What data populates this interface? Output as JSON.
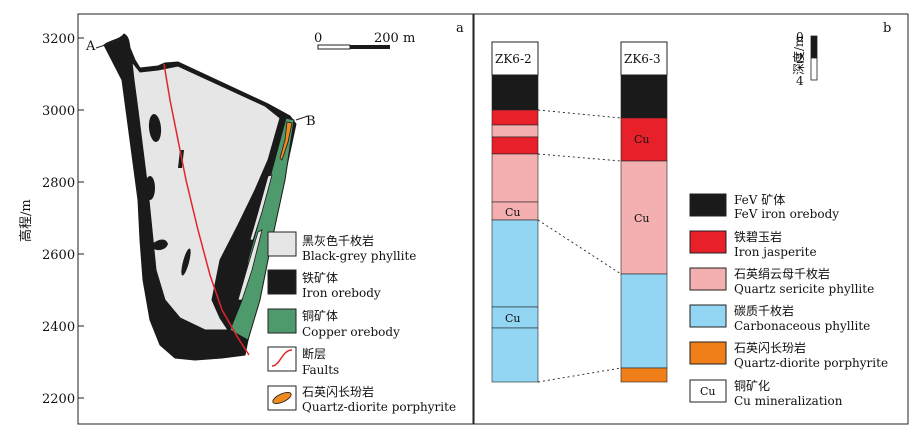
{
  "panel_a": {
    "label": "a",
    "yaxis": {
      "title": "高程/m",
      "ticks": [
        "3200",
        "3000",
        "2800",
        "2600",
        "2400",
        "2200"
      ]
    },
    "section_ends": {
      "left": "A",
      "right": "B"
    },
    "scale": {
      "start": "0",
      "end": "200 m"
    },
    "legend": [
      {
        "cn": "黑灰色千枚岩",
        "en": "Black-grey phyllite",
        "color": "#e6e6e6"
      },
      {
        "cn": "铁矿体",
        "en": "Iron orebody",
        "color": "#1a1a1a"
      },
      {
        "cn": "铜矿体",
        "en": "Copper orebody",
        "color": "#4f9a6d"
      },
      {
        "cn": "断层",
        "en": "Faults",
        "color": "#e0262b"
      },
      {
        "cn": "石英闪长玢岩",
        "en": "Quartz-diorite porphyrite",
        "color": "#f08a1e"
      }
    ]
  },
  "panel_b": {
    "label": "b",
    "columns": [
      {
        "name": "ZK6-2",
        "cu_labels": [
          "Cu",
          "Cu"
        ]
      },
      {
        "name": "ZK6-3",
        "cu_labels": [
          "Cu",
          "Cu"
        ]
      }
    ],
    "depth_scale": {
      "title": "深度/m",
      "ticks": [
        "0",
        "2",
        "4"
      ]
    },
    "legend": [
      {
        "cn": "FeV 矿体",
        "en": "FeV iron orebody",
        "color": "#1a1a1a"
      },
      {
        "cn": "铁碧玉岩",
        "en": "Iron jasperite",
        "color": "#e8202a"
      },
      {
        "cn": "石英绢云母千枚岩",
        "en": "Quartz sericite phyllite",
        "color": "#f4b0b0"
      },
      {
        "cn": "碳质千枚岩",
        "en": "Carbonaceous phyllite",
        "color": "#93d6f4"
      },
      {
        "cn": "石英闪长玢岩",
        "en": "Quartz-diorite porphyrite",
        "color": "#f07f1a"
      },
      {
        "cn": "铜矿化",
        "en": "Cu mineralization",
        "symbol": "Cu"
      }
    ]
  }
}
